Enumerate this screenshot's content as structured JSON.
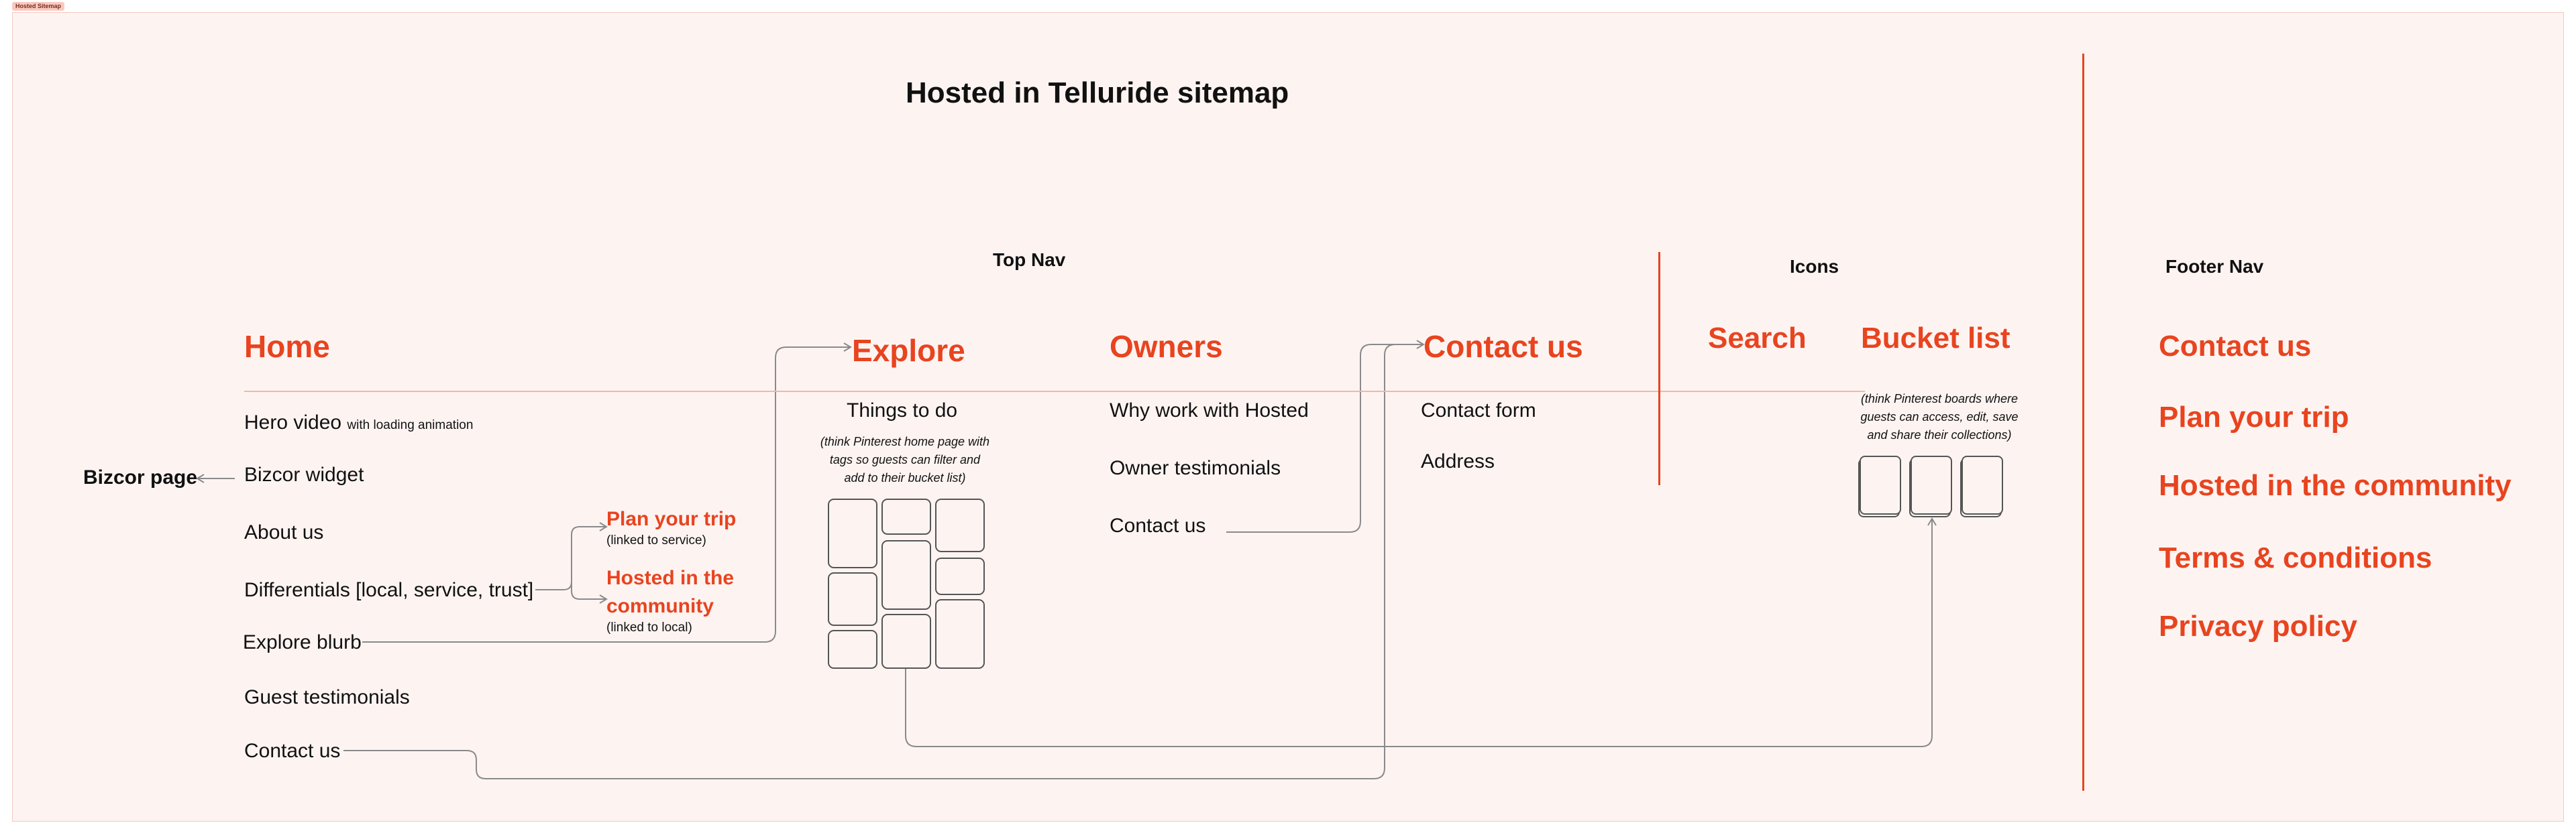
{
  "frame_label": "Hosted Sitemap",
  "title": "Hosted in Telluride sitemap",
  "sections": {
    "top_nav": "Top Nav",
    "icons": "Icons",
    "footer_nav": "Footer Nav"
  },
  "home": {
    "heading": "Home",
    "hero": "Hero video",
    "hero_note": "with loading animation",
    "bizcor_widget": "Bizcor widget",
    "bizcor_page": "Bizcor page",
    "about": "About us",
    "differentials": "Differentials [local, service, trust]",
    "explore_blurb": "Explore blurb",
    "guest_testimonials": "Guest testimonials",
    "contact": "Contact us"
  },
  "differential_links": [
    {
      "label": "Plan your trip",
      "note": "(linked to service)"
    },
    {
      "label": "Hosted in the",
      "label2": "community",
      "note": "(linked to local)"
    }
  ],
  "explore": {
    "heading": "Explore",
    "things": "Things to do",
    "note": "(think Pinterest home page with tags so guests can filter and add to their bucket list)"
  },
  "owners": {
    "heading": "Owners",
    "items": [
      "Why work with Hosted",
      "Owner testimonials",
      "Contact us"
    ]
  },
  "contact_page": {
    "heading": "Contact us",
    "items": [
      "Contact form",
      "Address"
    ]
  },
  "icons": {
    "search": "Search",
    "bucket": "Bucket list",
    "bucket_note": "(think Pinterest boards where guests can access, edit, save and share their collections)"
  },
  "footer": [
    "Contact us",
    "Plan your trip",
    "Hosted in the community",
    "Terms & conditions",
    "Privacy policy"
  ],
  "colors": {
    "accent": "#e8441f",
    "background": "#fdf4f2",
    "connector": "#8a8a8a"
  }
}
